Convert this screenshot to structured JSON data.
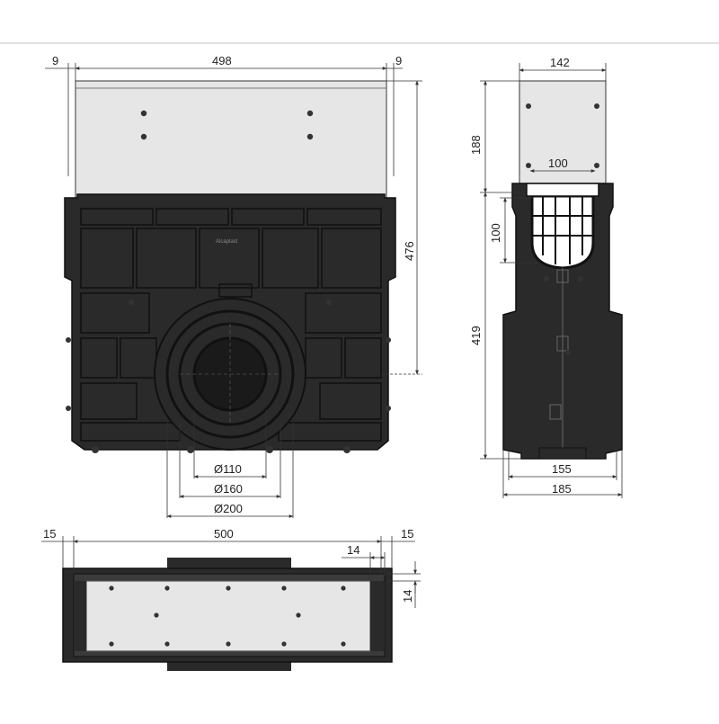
{
  "front_view": {
    "dim_side_left": "9",
    "dim_width_top": "498",
    "dim_side_right": "9",
    "dim_height_total": "476",
    "dim_d110": "Ø110",
    "dim_d160": "Ø160",
    "dim_d200": "Ø200",
    "brand": "Alcaplast"
  },
  "side_view": {
    "dim_top_width": "142",
    "dim_top_height": "188",
    "dim_inner_width": "100",
    "dim_inner_height": "100",
    "dim_body_height": "419",
    "dim_base_155": "155",
    "dim_base_185": "185"
  },
  "top_view": {
    "dim_side_left": "15",
    "dim_length": "500",
    "dim_side_right": "15",
    "dim_wall_horizontal": "14",
    "dim_wall_vertical": "14"
  }
}
